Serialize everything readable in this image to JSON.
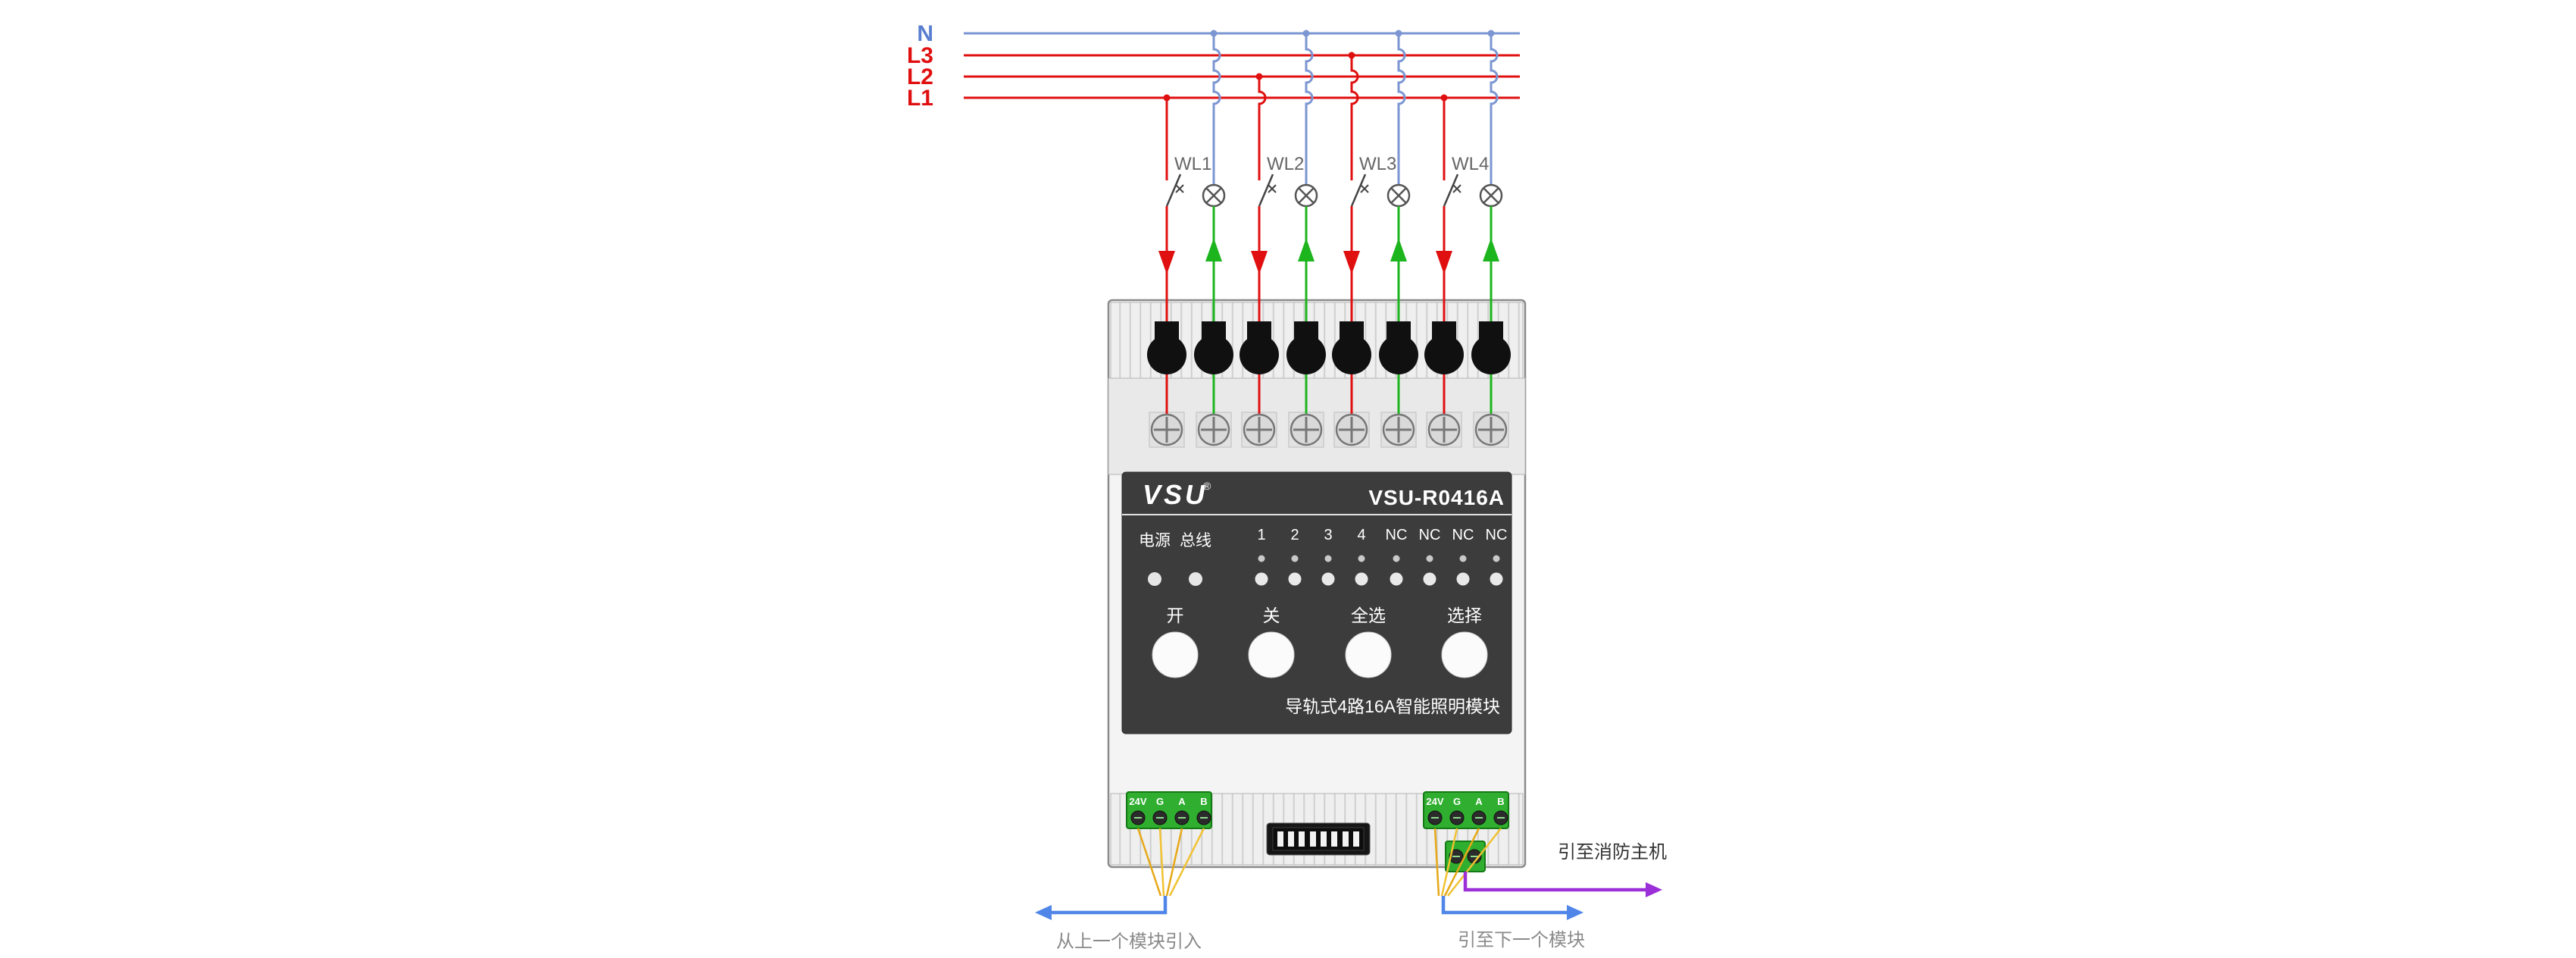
{
  "bus_labels": {
    "n": "N",
    "l3": "L3",
    "l2": "L2",
    "l1": "L1"
  },
  "circuit_labels": [
    "WL1",
    "WL2",
    "WL3",
    "WL4"
  ],
  "module": {
    "brand": "VSU",
    "reg": "®",
    "model": "VSU-R0416A",
    "led_labels": {
      "power": "电源",
      "bus": "总线"
    },
    "channel_labels": [
      "1",
      "2",
      "3",
      "4",
      "NC",
      "NC",
      "NC",
      "NC"
    ],
    "button_labels": [
      "开",
      "关",
      "全选",
      "选择"
    ],
    "caption": "导轨式4路16A智能照明模块",
    "terminal_labels": [
      "24V",
      "G",
      "A",
      "B"
    ]
  },
  "notes": {
    "from_prev": "从上一个模块引入",
    "to_next": "引至下一个模块",
    "to_fire": "引至消防主机"
  },
  "colors": {
    "phase": "#e01010",
    "neutral": "#7b96d2",
    "switched": "#1db51d",
    "bus_arrow": "#4f86e8",
    "fire": "#9b30d8",
    "terminal_green": "#2fae2f"
  }
}
